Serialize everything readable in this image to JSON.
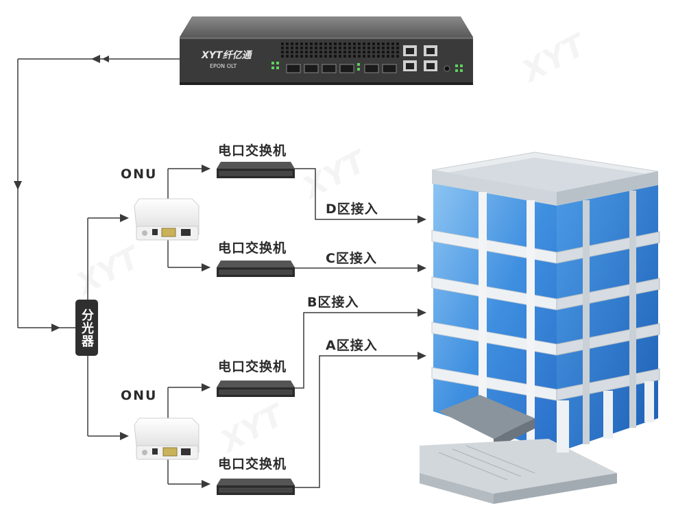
{
  "olt": {
    "brand": "XYT纤亿通",
    "model": "EPON OLT"
  },
  "splitter": {
    "label": "分光器"
  },
  "onu_label": "ONU",
  "switch_label": "电口交换机",
  "zones": {
    "d": "D区接入",
    "c": "C区接入",
    "b": "B区接入",
    "a": "A区接入"
  },
  "colors": {
    "line": "#3a3a3a",
    "device_dark": "#3c3c3c",
    "building_glass": "#2f7ad9"
  }
}
